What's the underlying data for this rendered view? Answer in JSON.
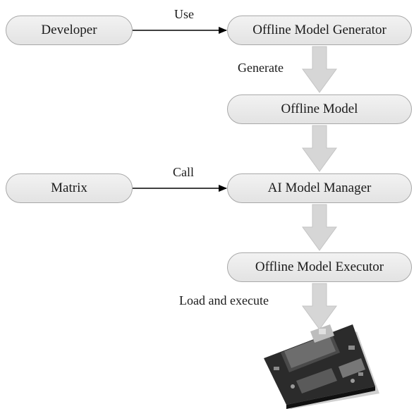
{
  "nodes": {
    "developer": "Developer",
    "omg": "Offline Model Generator",
    "offline_model": "Offline Model",
    "matrix": "Matrix",
    "ai_manager": "AI Model Manager",
    "executor": "Offline Model Executor"
  },
  "edges": {
    "use": "Use",
    "generate": "Generate",
    "call": "Call",
    "load_execute": "Load and execute"
  },
  "colors": {
    "node_fill": "#e8e8e8",
    "node_border": "#a8a8a8",
    "flow_arrow": "#d6d6d6",
    "connector": "#000000"
  },
  "icons": {
    "hardware": "circuit-board-icon"
  }
}
